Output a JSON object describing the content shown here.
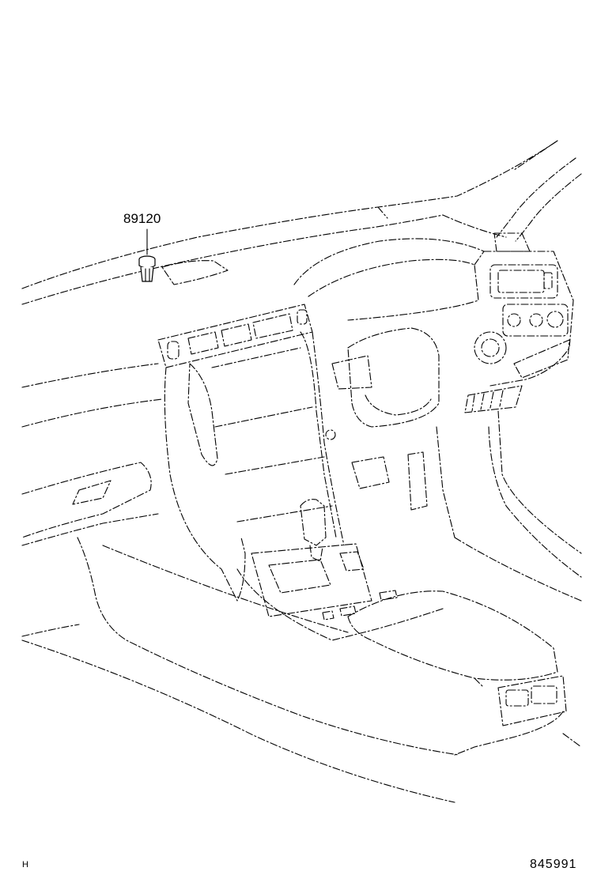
{
  "part_callout": {
    "number": "89120"
  },
  "corner_marks": {
    "left": "H",
    "right": "845991"
  }
}
